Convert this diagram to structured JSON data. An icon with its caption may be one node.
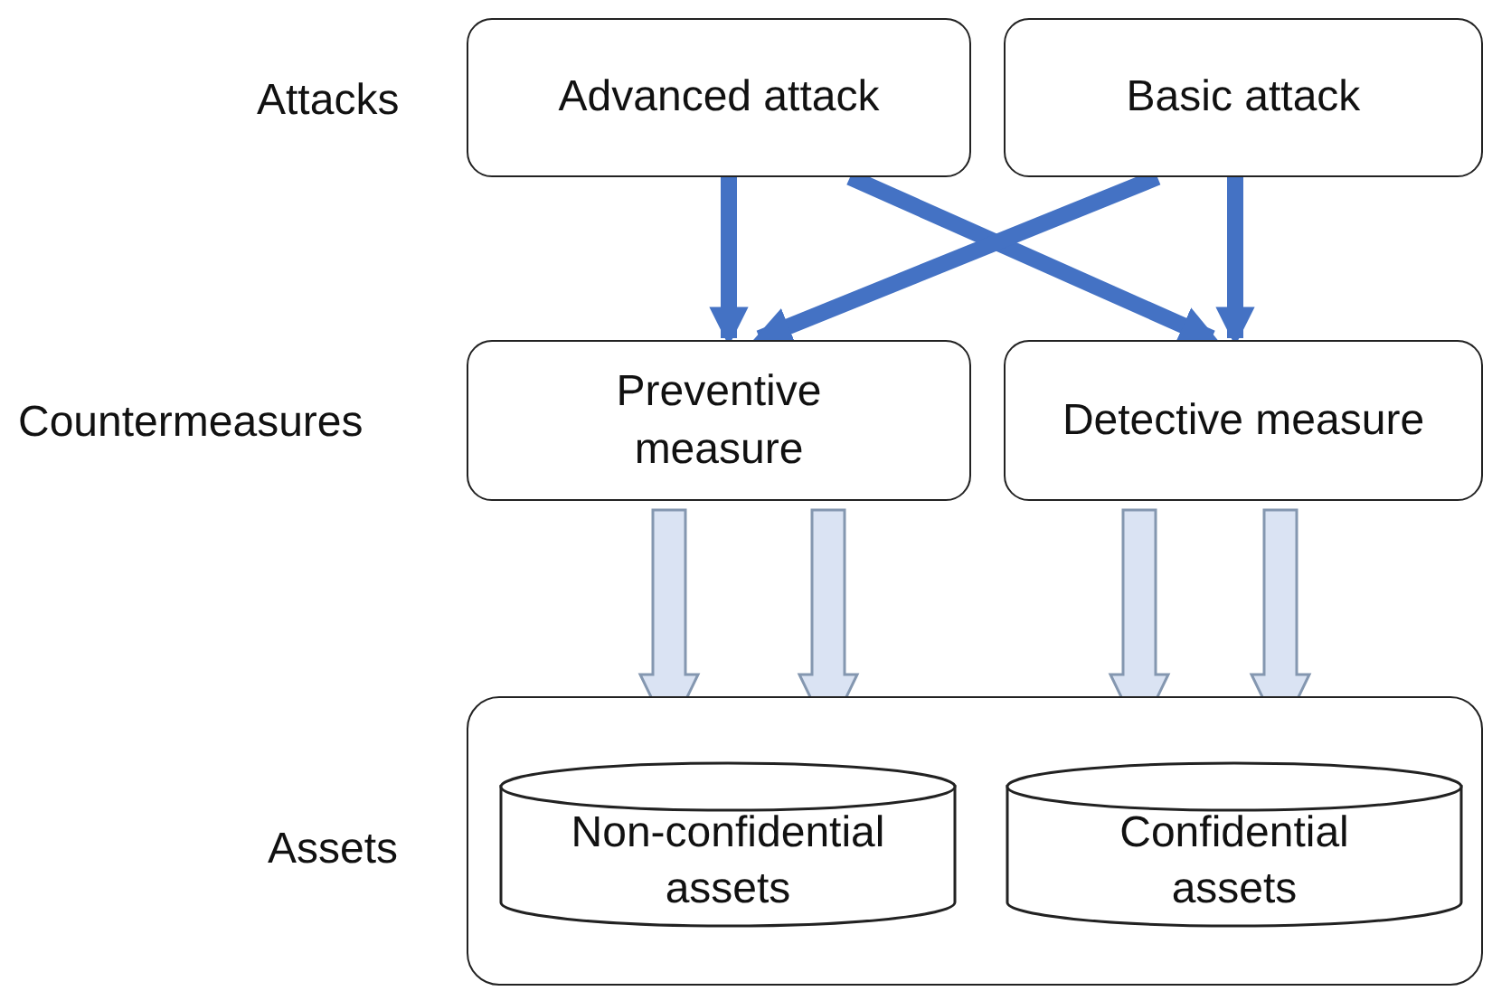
{
  "diagram": {
    "nodes": [
      {
        "text": [
          "Advanced attack"
        ]
      },
      {
        "text": [
          "Basic attack"
        ]
      },
      {
        "text": [
          "Preventive measure"
        ]
      },
      {
        "text": [
          "Detective measure"
        ]
      },
      {
        "text": [],
        "shape": "box"
      },
      {
        "text": [
          "Non-confidential assets"
        ],
        "in": 4
      },
      {
        "text": [
          "Confidential assets"
        ],
        "in": 4
      }
    ],
    "edges": [
      {
        "from": 0,
        "to": 2,
        "arrow": "to",
        "color": "#4472c4"
      },
      {
        "from": 0,
        "to": 3,
        "arrow": "to",
        "color": "#4472c4"
      },
      {
        "from": 1,
        "to": 2,
        "arrow": "to",
        "color": "#4472c4"
      },
      {
        "from": 1,
        "to": 3,
        "arrow": "to",
        "color": "#4472c4"
      },
      {
        "from": 2,
        "to": 5,
        "arrow": "to",
        "style": "thick",
        "color": "#dae3f3"
      },
      {
        "from": 2,
        "to": 5,
        "arrow": "to",
        "style": "thick",
        "color": "#dae3f3"
      },
      {
        "from": 3,
        "to": 6,
        "arrow": "to",
        "style": "thick",
        "color": "#dae3f3"
      },
      {
        "from": 3,
        "to": 6,
        "arrow": "to",
        "style": "thick",
        "color": "#dae3f3"
      }
    ],
    "labels": [
      "Attacks",
      "Countermeasures",
      "Assets"
    ]
  }
}
